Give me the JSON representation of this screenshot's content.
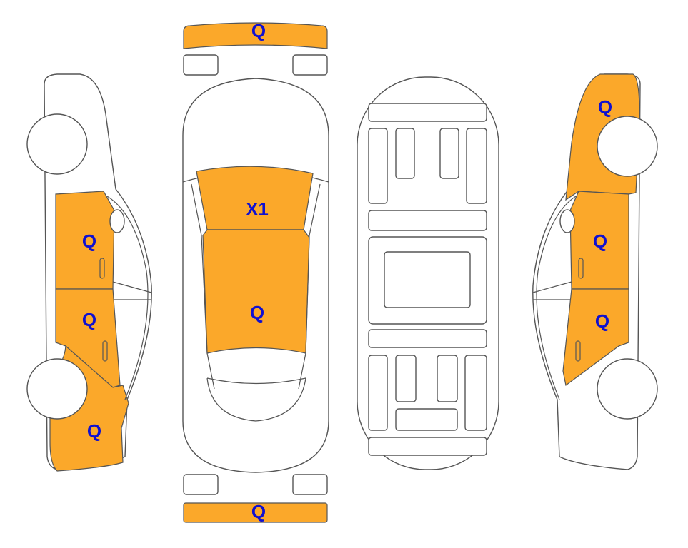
{
  "colors": {
    "damaged": "#FBA82A",
    "label": "#1010D0",
    "outline": "#555555"
  },
  "left_side": {
    "front_door": "Q",
    "rear_door": "Q",
    "rear_quarter": "Q"
  },
  "top_view": {
    "front_bumper": "Q",
    "windshield": "X1",
    "roof": "Q",
    "rear_bumper": "Q"
  },
  "right_side": {
    "front_fender": "Q",
    "front_door": "Q",
    "rear_door": "Q"
  }
}
